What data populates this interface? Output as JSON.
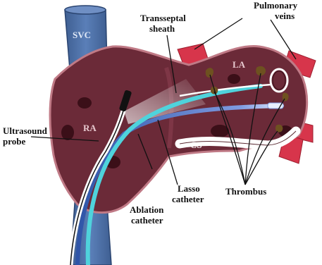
{
  "labels": {
    "svc": "SVC",
    "la": "LA",
    "ra": "RA",
    "cs": "CS",
    "transseptal_sheath": [
      "Transseptal",
      "sheath"
    ],
    "pulmonary_veins": [
      "Pulmonary",
      "veins"
    ],
    "ultrasound_probe": [
      "Ultrasound",
      "probe"
    ],
    "lasso_catheter": [
      "Lasso",
      "catheter"
    ],
    "ablation_catheter": [
      "Ablation",
      "catheter"
    ],
    "thrombus": "Thrombus"
  },
  "colors": {
    "vein_blue": "#4b6fa3",
    "heart_chamber": "#6b2a38",
    "heart_outline": "#c07a86",
    "pulmonary_vein_red": "#d7354b",
    "thrombus_brown": "#6e5120",
    "sheath_cyan": "#4fd3dc",
    "ablation_blue": "#3e63b3",
    "label_text": "#111111"
  }
}
